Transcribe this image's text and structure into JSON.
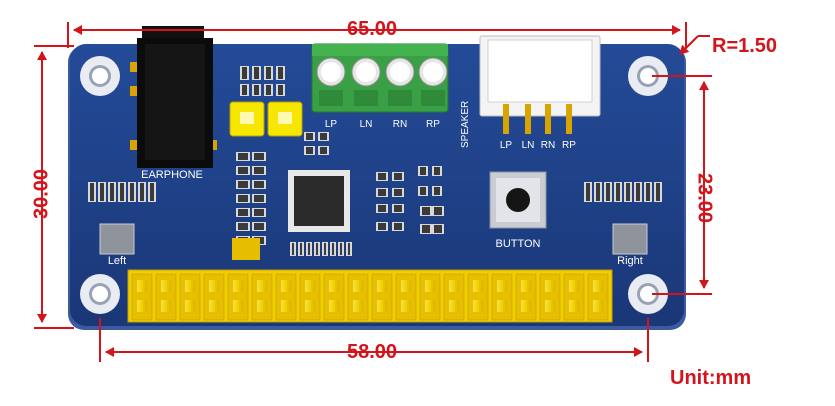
{
  "dimensions": {
    "top_width": "65.00",
    "bottom_width": "58.00",
    "left_height": "30.00",
    "right_height": "23.00",
    "corner_radius": "R=1.50",
    "unit": "Unit:mm"
  },
  "board_labels": {
    "earphone": "EARPHONE",
    "speaker": "SPEAKER",
    "button": "BUTTON",
    "left": "Left",
    "right": "Right",
    "terminal_pins": [
      "LP",
      "LN",
      "RN",
      "RP"
    ],
    "header_pins": [
      "LP",
      "LN",
      "RN",
      "RP"
    ]
  },
  "colors": {
    "dimension": "#d4141b",
    "board": "#1d3f86",
    "terminal_block": "#3aa045",
    "gpio_header": "#f5d400"
  }
}
